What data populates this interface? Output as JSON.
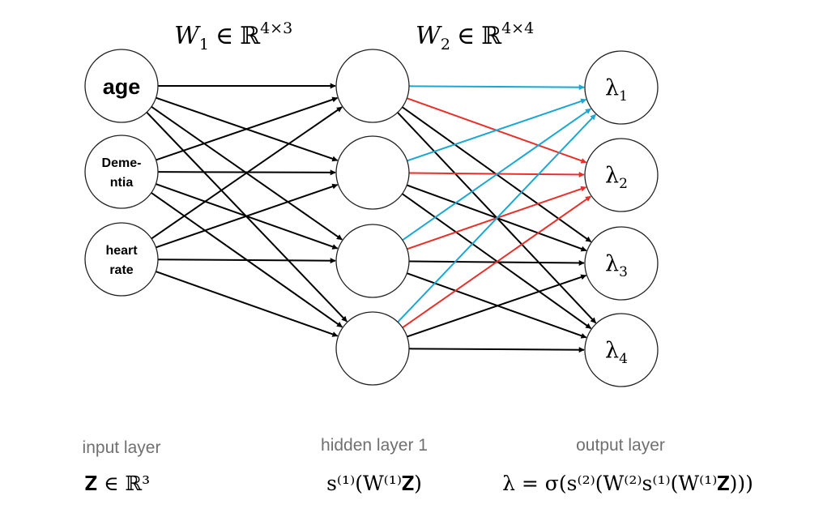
{
  "weights": {
    "w1": {
      "base": "W",
      "sub": "1",
      "rel": "∈",
      "set": "ℝ",
      "sup": "4×3"
    },
    "w2": {
      "base": "W",
      "sub": "2",
      "rel": "∈",
      "set": "ℝ",
      "sup": "4×4"
    }
  },
  "input_nodes": [
    {
      "lines": [
        "age"
      ],
      "size": "large"
    },
    {
      "lines": [
        "Deme-",
        "ntia"
      ],
      "size": "small"
    },
    {
      "lines": [
        "heart",
        "rate"
      ],
      "size": "small"
    }
  ],
  "hidden_nodes": 4,
  "output_nodes": [
    {
      "base": "λ",
      "sub": "1"
    },
    {
      "base": "λ",
      "sub": "2"
    },
    {
      "base": "λ",
      "sub": "3"
    },
    {
      "base": "λ",
      "sub": "4"
    }
  ],
  "edge_colors": {
    "default": "#000000",
    "cyan": "#1AA7D3",
    "red": "#E8302B"
  },
  "hidden_output_colors": [
    [
      "cyan",
      "red",
      "default",
      "default"
    ],
    [
      "cyan",
      "red",
      "default",
      "default"
    ],
    [
      "cyan",
      "red",
      "default",
      "default"
    ],
    [
      "cyan",
      "red",
      "default",
      "default"
    ]
  ],
  "captions": {
    "input": {
      "label": "input layer",
      "formula": "𝐙 ∈ ℝ³"
    },
    "hidden": {
      "label": "hidden layer 1",
      "formula": "s⁽¹⁾(W⁽¹⁾𝐙)"
    },
    "output": {
      "label": "output layer",
      "formula": "λ = σ(s⁽²⁾(W⁽²⁾s⁽¹⁾(W⁽¹⁾𝐙)))"
    }
  }
}
